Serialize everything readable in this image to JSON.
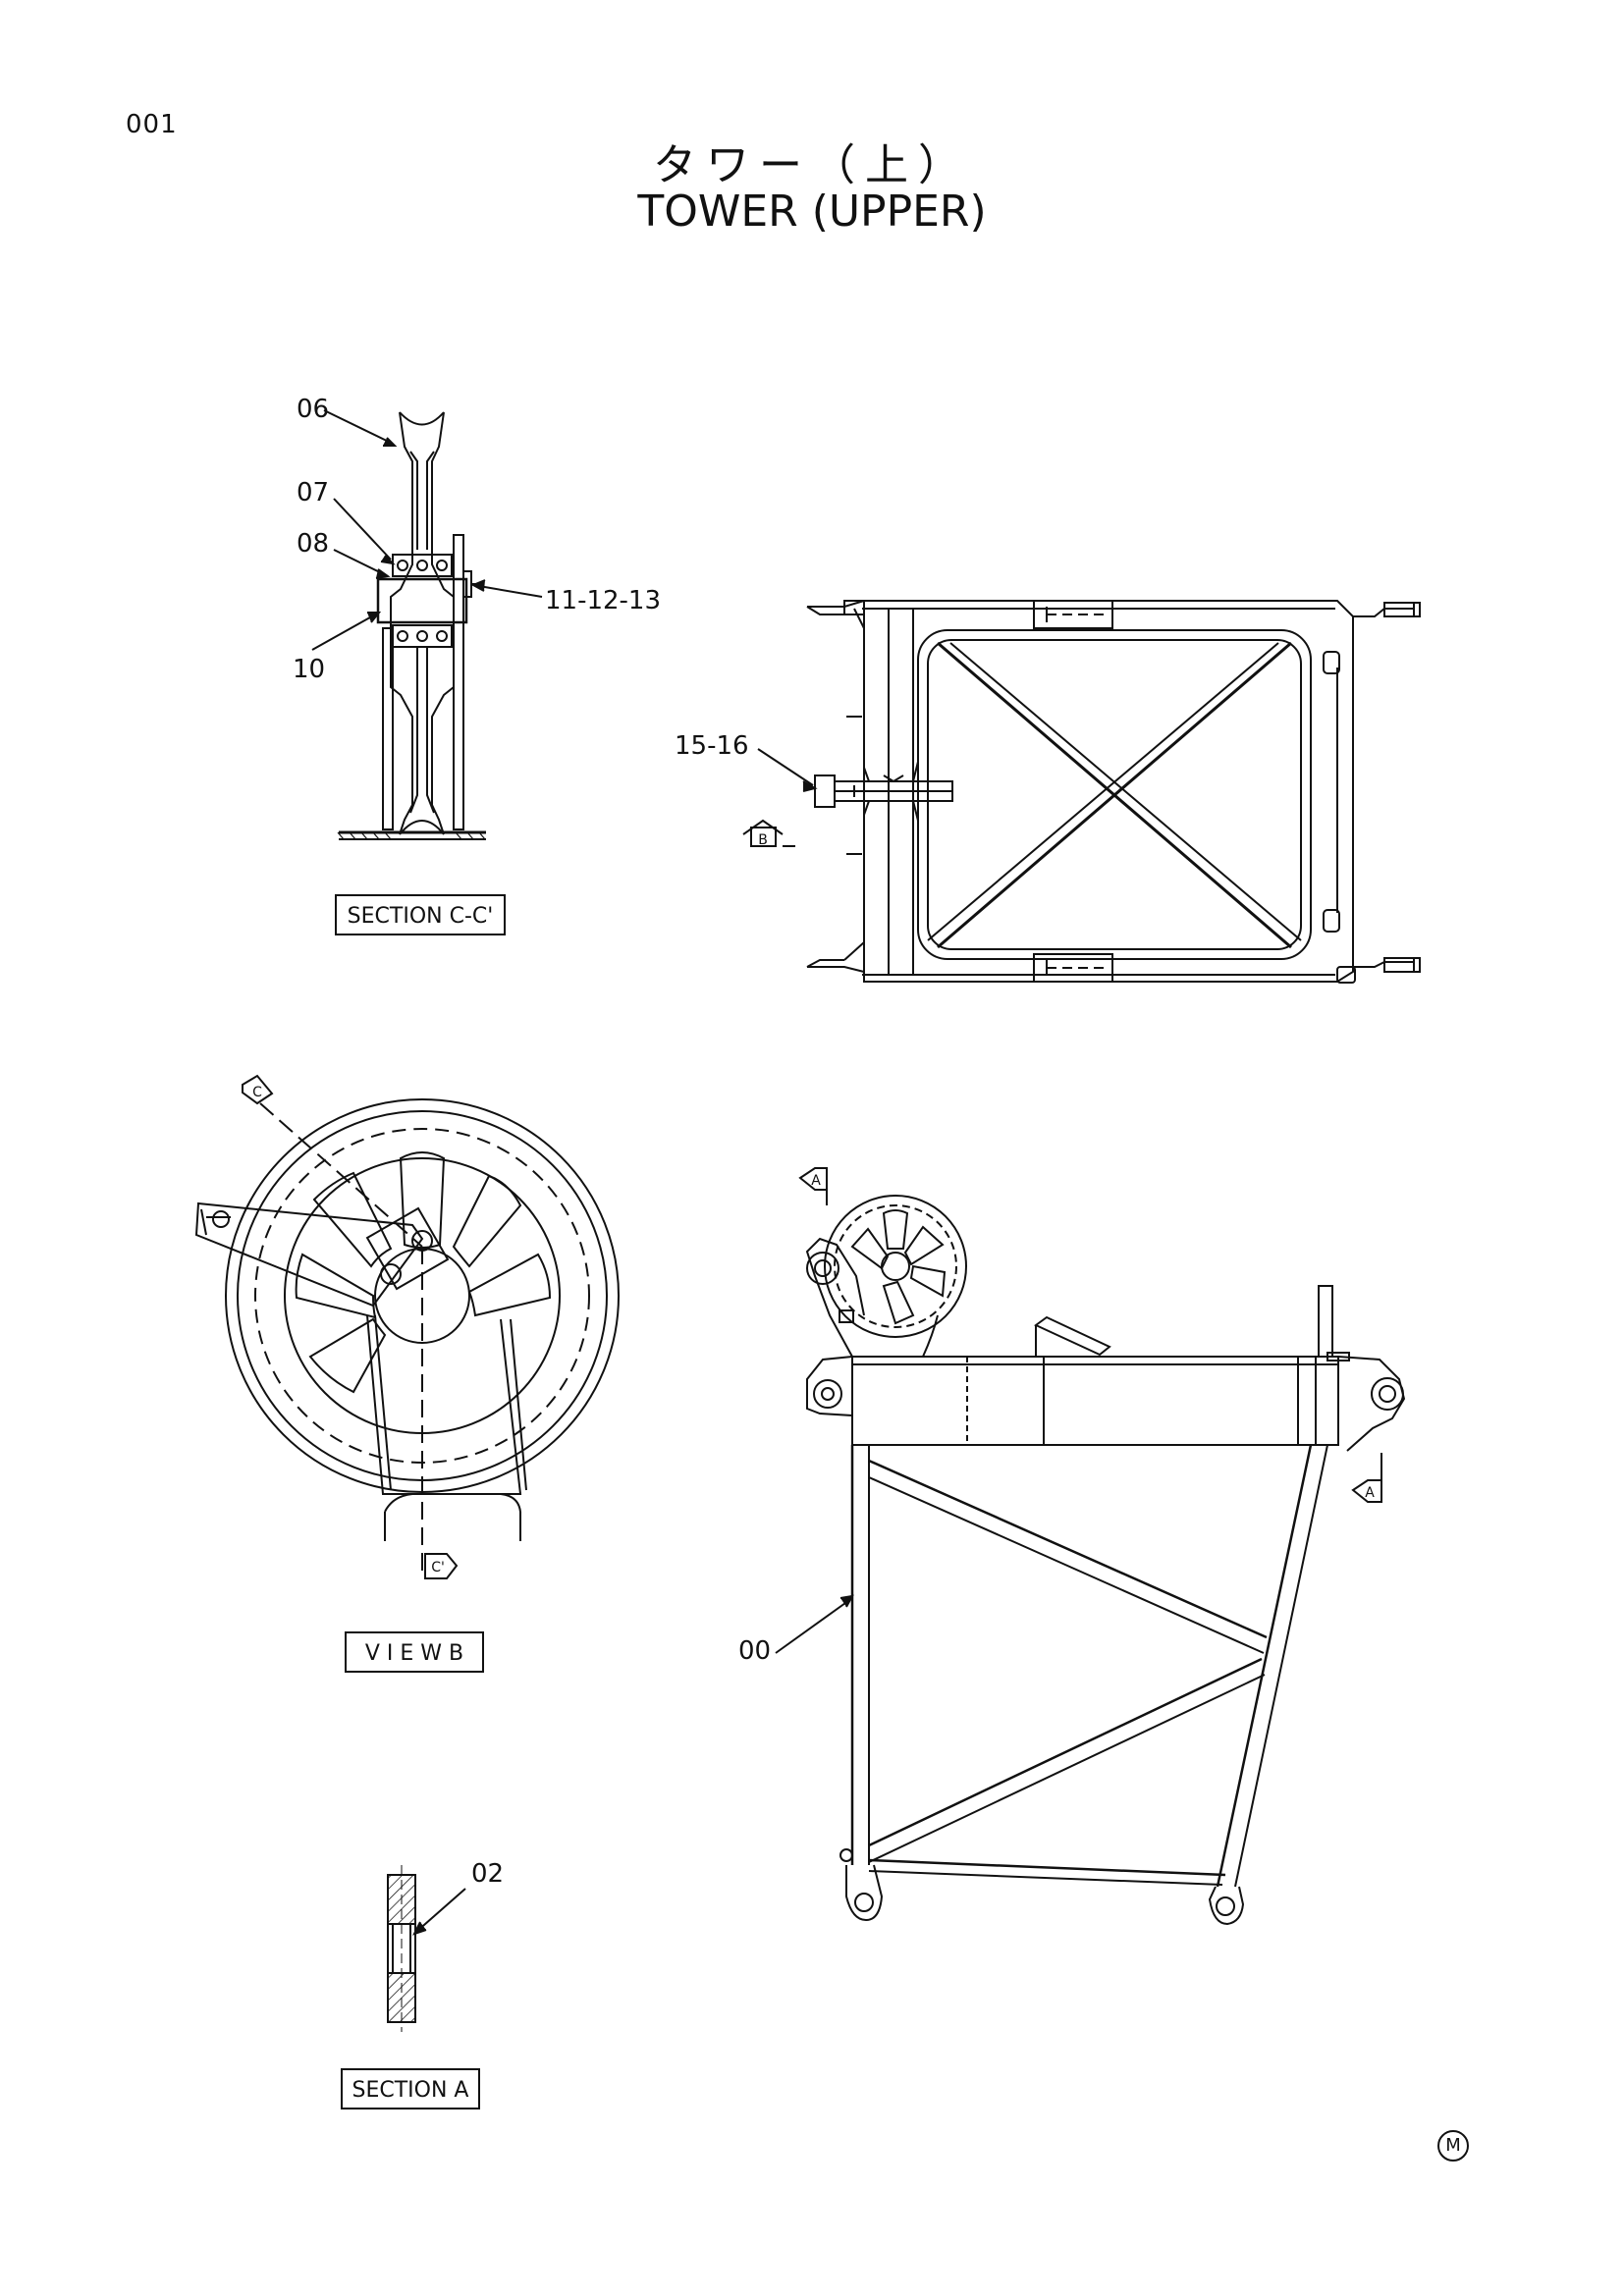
{
  "page": {
    "number": "001",
    "title_jp": "タワー（上）",
    "title_en": "TOWER (UPPER)",
    "mark": "M"
  },
  "views": {
    "section_cc": {
      "caption": "SECTION C-C'"
    },
    "view_b": {
      "caption": "V I E W  B"
    },
    "section_a": {
      "caption": "SECTION A"
    }
  },
  "callouts": {
    "c06": "06",
    "c07": "07",
    "c08": "08",
    "c10": "10",
    "c11_12_13": "11-12-13",
    "c15_16": "15-16",
    "c02": "02",
    "c00": "00"
  },
  "view_markers": {
    "b_upper": "B",
    "c_upper": "C",
    "c_lower": "C'",
    "a_upper": "A",
    "a_right": "A"
  }
}
